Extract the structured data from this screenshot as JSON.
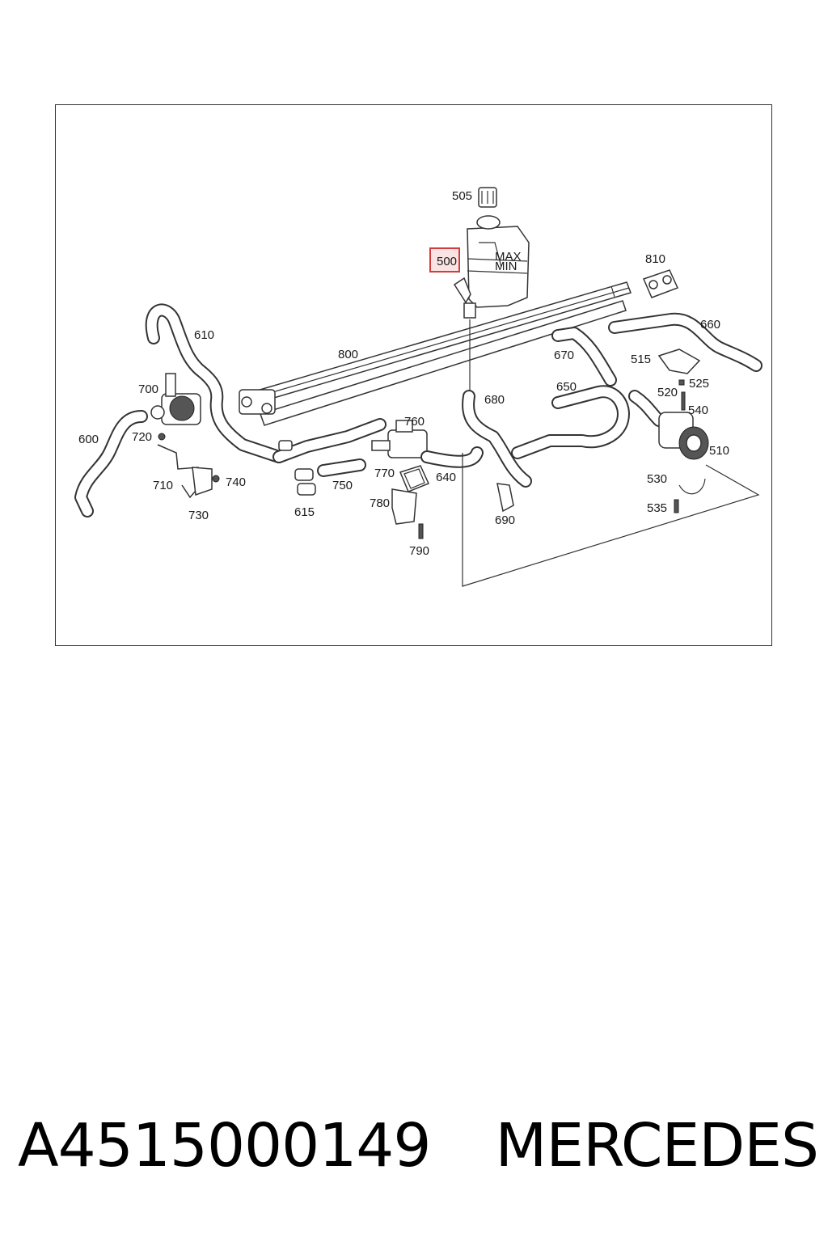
{
  "diagram": {
    "highlighted_part": "500",
    "tank_markings": {
      "max": "MAX",
      "min": "MIN"
    },
    "part_labels": {
      "p505": "505",
      "p500": "500",
      "p810": "810",
      "p610": "610",
      "p800": "800",
      "p660": "660",
      "p670": "670",
      "p515": "515",
      "p700": "700",
      "p650": "650",
      "p525": "525",
      "p680": "680",
      "p520": "520",
      "p540": "540",
      "p760": "760",
      "p600": "600",
      "p720": "720",
      "p510": "510",
      "p770": "770",
      "p640": "640",
      "p710": "710",
      "p740": "740",
      "p750": "750",
      "p530": "530",
      "p780": "780",
      "p615": "615",
      "p730": "730",
      "p535": "535",
      "p690": "690",
      "p790": "790"
    }
  },
  "caption": {
    "part_number": "A4515000149",
    "brand": "MERCEDES"
  },
  "colors": {
    "highlight_border": "#d23c3c",
    "highlight_fill": "#fbe3e3",
    "line": "#333333",
    "part_fill": "#ffffff"
  }
}
